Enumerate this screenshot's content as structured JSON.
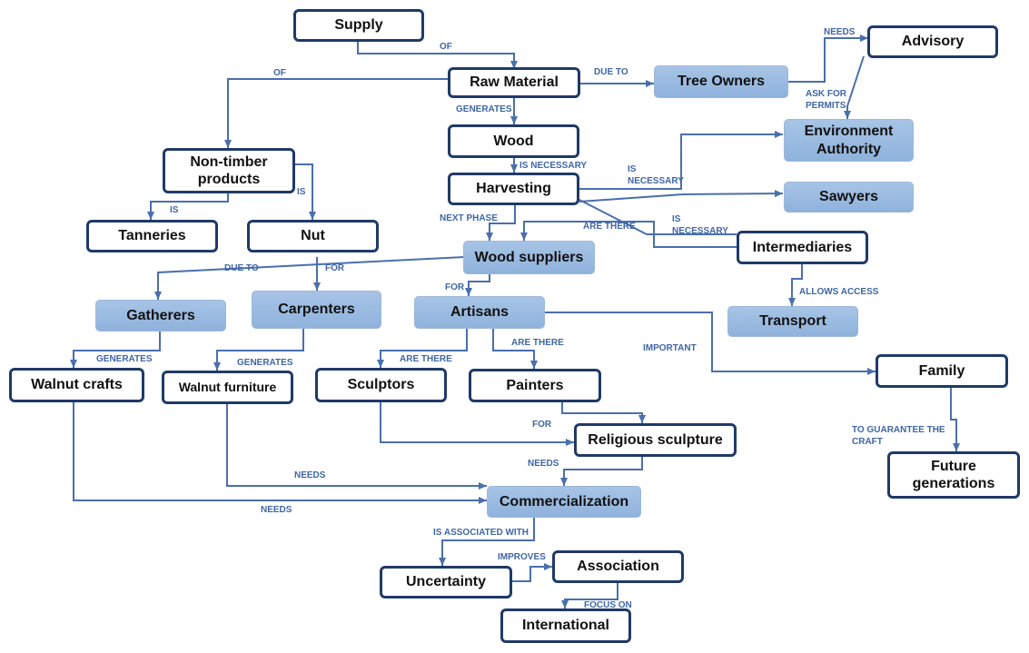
{
  "nodes": {
    "supply": "Supply",
    "raw_material": "Raw Material",
    "tree_owners": "Tree Owners",
    "advisory": "Advisory",
    "environment_authority": "Environment\nAuthority",
    "wood": "Wood",
    "harvesting": "Harvesting",
    "sawyers": "Sawyers",
    "non_timber_products": "Non-timber\nproducts",
    "tanneries": "Tanneries",
    "nut": "Nut",
    "wood_suppliers": "Wood suppliers",
    "intermediaries": "Intermediaries",
    "transport": "Transport",
    "gatherers": "Gatherers",
    "carpenters": "Carpenters",
    "artisans": "Artisans",
    "walnut_crafts": "Walnut crafts",
    "walnut_furniture": "Walnut furniture",
    "sculptors": "Sculptors",
    "painters": "Painters",
    "family": "Family",
    "religious_sculpture": "Religious sculpture",
    "future_generations": "Future\ngenerations",
    "commercialization": "Commercialization",
    "uncertainty": "Uncertainty",
    "association": "Association",
    "international": "International"
  },
  "edge_labels": {
    "supply_of": "OF",
    "raw_of": "OF",
    "due_to_tree": "DUE TO",
    "needs_advisory": "NEEDS",
    "ask_for_permits": "ASK FOR\nPERMITS",
    "generates_wood": "GENERATES",
    "is_necessary_harvest": "IS NECESSARY",
    "is_necessary_env": "IS\nNECESSARY",
    "is_nontimber": "IS",
    "is_tanneries": "IS",
    "next_phase": "NEXT PHASE",
    "are_there_suppliers": "ARE THERE",
    "is_necessary_inter": "IS\nNECESSARY",
    "due_to_gatherers": "DUE TO",
    "for_carpenters": "FOR",
    "for_artisans": "FOR",
    "allows_access": "ALLOWS ACCESS",
    "generates_crafts": "GENERATES",
    "generates_furniture": "GENERATES",
    "are_there_sculptors": "ARE THERE",
    "are_there_painters": "ARE THERE",
    "important": "IMPORTANT",
    "for_religious": "FOR",
    "needs_religious": "NEEDS",
    "needs_furniture": "NEEDS",
    "needs_crafts": "NEEDS",
    "to_guarantee": "TO GUARANTEE THE\nCRAFT",
    "is_associated_with": "IS ASSOCIATED WITH",
    "improves": "IMPROVES",
    "focus_on": "FOCUS ON"
  },
  "colors": {
    "edge": "#4a6fad",
    "box_border": "#1f3a68",
    "highlight_fill": "#9dbde3",
    "label": "#3f66a6"
  }
}
